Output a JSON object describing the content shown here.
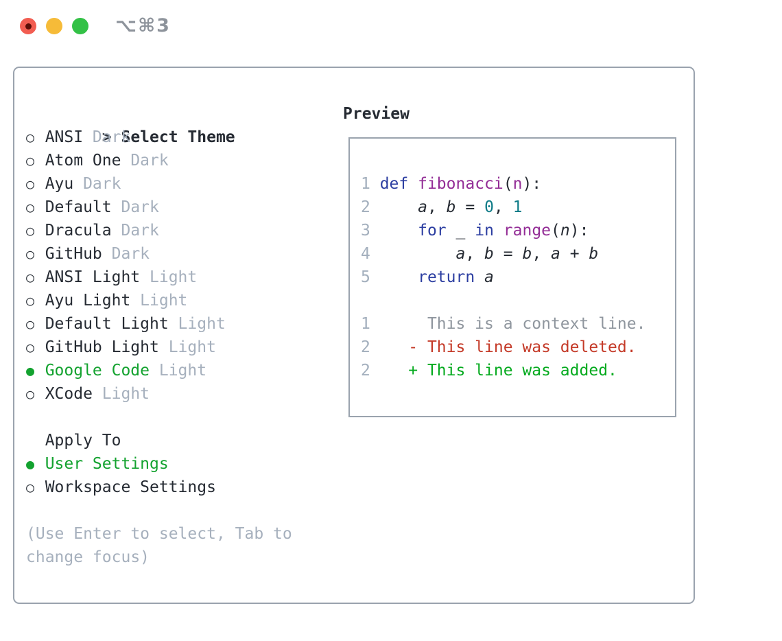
{
  "window": {
    "shortcut_label": "⌥⌘3"
  },
  "colors": {
    "text": "#262b33",
    "muted_gray": "#a6b0bd",
    "border_gray": "#9aa3ae",
    "selection_green": "#13a22f",
    "added_green": "#04aa1e",
    "deleted_red": "#c43a28",
    "context_gray": "#8f969e",
    "keyword_blue": "#2c3ea1",
    "function_purple": "#932d96",
    "number_teal": "#0e7b87",
    "line_number_gray": "#a3afbd",
    "traffic_red": "#f25d51",
    "traffic_yellow": "#f6bb38",
    "traffic_green": "#33c146"
  },
  "theme_selector": {
    "header_marker": ">",
    "header": "Select Theme",
    "themes": [
      {
        "name": "ANSI",
        "variant": "Dark",
        "selected": false
      },
      {
        "name": "Atom One",
        "variant": "Dark",
        "selected": false
      },
      {
        "name": "Ayu",
        "variant": "Dark",
        "selected": false
      },
      {
        "name": "Default",
        "variant": "Dark",
        "selected": false
      },
      {
        "name": "Dracula",
        "variant": "Dark",
        "selected": false
      },
      {
        "name": "GitHub",
        "variant": "Dark",
        "selected": false
      },
      {
        "name": "ANSI Light",
        "variant": "Light",
        "selected": false
      },
      {
        "name": "Ayu Light",
        "variant": "Light",
        "selected": false
      },
      {
        "name": "Default Light",
        "variant": "Light",
        "selected": false
      },
      {
        "name": "GitHub Light",
        "variant": "Light",
        "selected": false
      },
      {
        "name": "Google Code",
        "variant": "Light",
        "selected": true
      },
      {
        "name": "XCode",
        "variant": "Light",
        "selected": false
      }
    ],
    "apply_to": {
      "header": "Apply To",
      "options": [
        {
          "label": "User Settings",
          "selected": true
        },
        {
          "label": "Workspace Settings",
          "selected": false
        }
      ]
    },
    "help_lines": [
      "(Use Enter to select, Tab to",
      "change focus)"
    ]
  },
  "preview": {
    "title": "Preview",
    "code_lines": [
      {
        "num": "1",
        "tokens": [
          {
            "t": "def",
            "c": "kw"
          },
          {
            "t": " ",
            "c": "pl"
          },
          {
            "t": "fibonacci",
            "c": "fn"
          },
          {
            "t": "(",
            "c": "pl"
          },
          {
            "t": "n",
            "c": "fn"
          },
          {
            "t": "):",
            "c": "pl"
          }
        ]
      },
      {
        "num": "2",
        "tokens": [
          {
            "t": "    ",
            "c": "pl"
          },
          {
            "t": "a",
            "c": "var"
          },
          {
            "t": ", ",
            "c": "pl"
          },
          {
            "t": "b",
            "c": "var"
          },
          {
            "t": " = ",
            "c": "pl"
          },
          {
            "t": "0",
            "c": "num"
          },
          {
            "t": ", ",
            "c": "pl"
          },
          {
            "t": "1",
            "c": "num"
          }
        ]
      },
      {
        "num": "3",
        "tokens": [
          {
            "t": "    ",
            "c": "pl"
          },
          {
            "t": "for",
            "c": "kw"
          },
          {
            "t": " ",
            "c": "pl"
          },
          {
            "t": "_",
            "c": "var"
          },
          {
            "t": " ",
            "c": "pl"
          },
          {
            "t": "in",
            "c": "kw"
          },
          {
            "t": " ",
            "c": "pl"
          },
          {
            "t": "range",
            "c": "fn"
          },
          {
            "t": "(",
            "c": "pl"
          },
          {
            "t": "n",
            "c": "var"
          },
          {
            "t": "):",
            "c": "pl"
          }
        ]
      },
      {
        "num": "4",
        "tokens": [
          {
            "t": "        ",
            "c": "pl"
          },
          {
            "t": "a",
            "c": "var"
          },
          {
            "t": ", ",
            "c": "pl"
          },
          {
            "t": "b",
            "c": "var"
          },
          {
            "t": " = ",
            "c": "pl"
          },
          {
            "t": "b",
            "c": "var"
          },
          {
            "t": ", ",
            "c": "pl"
          },
          {
            "t": "a",
            "c": "var"
          },
          {
            "t": " + ",
            "c": "pl"
          },
          {
            "t": "b",
            "c": "var"
          }
        ]
      },
      {
        "num": "5",
        "tokens": [
          {
            "t": "    ",
            "c": "pl"
          },
          {
            "t": "return",
            "c": "kw"
          },
          {
            "t": " ",
            "c": "pl"
          },
          {
            "t": "a",
            "c": "var"
          }
        ]
      }
    ],
    "diff_lines": [
      {
        "num": "1",
        "text": "      This is a context line.",
        "kind": "context"
      },
      {
        "num": "2",
        "text": "    - This line was deleted.",
        "kind": "deleted"
      },
      {
        "num": "2",
        "text": "    + This line was added.",
        "kind": "added"
      }
    ]
  }
}
